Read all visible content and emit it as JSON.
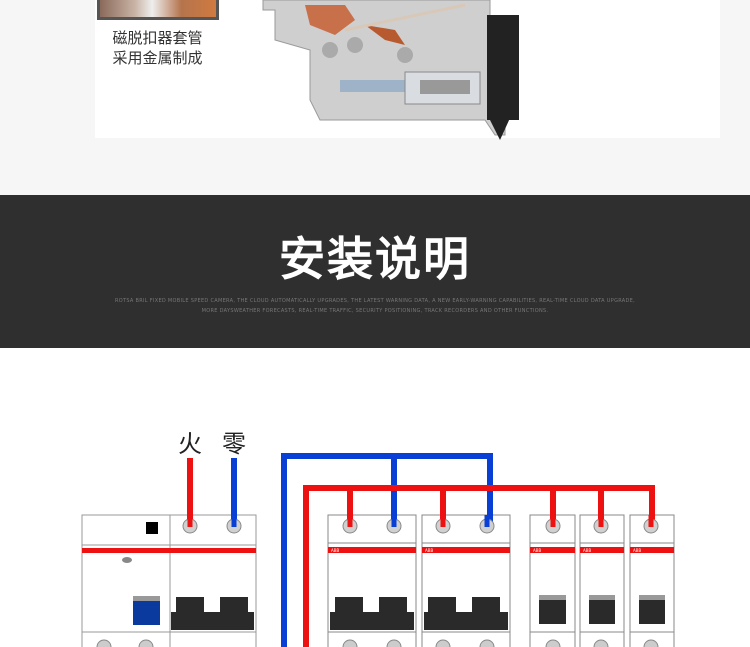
{
  "feature_caption": {
    "line1": "磁脱扣器套管",
    "line2": "采用金属制成"
  },
  "banner": {
    "title": "安装说明",
    "subtitle_line1": "ROTSA BRIL FIXED MOBILE SPEED CAMERA, THE CLOUD AUTOMATICALLY UPGRADES, THE LATEST WARNING DATA, A NEW EARLY-WARNING CAPABILITIES, REAL-TIME CLOUD DATA UPGRADE,",
    "subtitle_line2": "MORE DAYSWEATHER FORECASTS, REAL-TIME TRAFFIC, SECURITY POSITIONING, TRACK RECORDERS AND OTHER FUNCTIONS."
  },
  "diagram": {
    "live_label": "火",
    "neutral_label": "零",
    "brand_mark": "ABB",
    "colors": {
      "live": "#ee1111",
      "neutral": "#0a3fd6",
      "band": "#ee1111"
    }
  }
}
